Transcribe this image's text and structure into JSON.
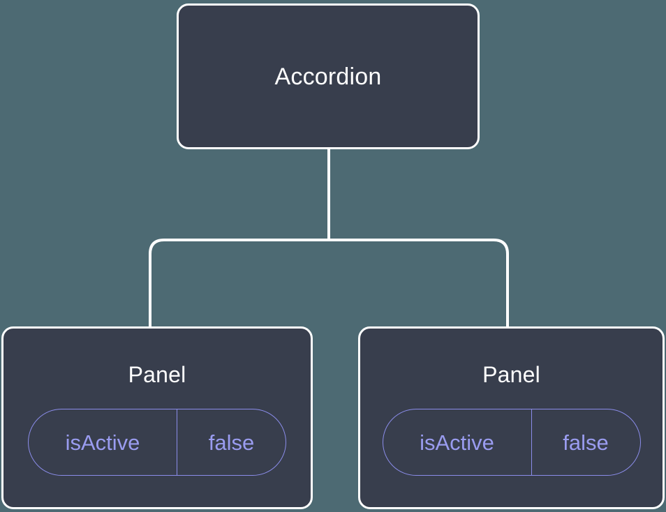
{
  "diagram": {
    "type": "component-tree",
    "background_color": "#4d6a73",
    "node_fill_color": "#383e4d",
    "node_border_color": "#ffffff",
    "connector_color": "#ffffff",
    "badge_color": "#8b8dea",
    "badge_text_color": "#9a9cf0",
    "title_text_color": "#ffffff"
  },
  "root": {
    "label": "Accordion"
  },
  "children": [
    {
      "label": "Panel",
      "state": {
        "key": "isActive",
        "value": "false"
      }
    },
    {
      "label": "Panel",
      "state": {
        "key": "isActive",
        "value": "false"
      }
    }
  ]
}
